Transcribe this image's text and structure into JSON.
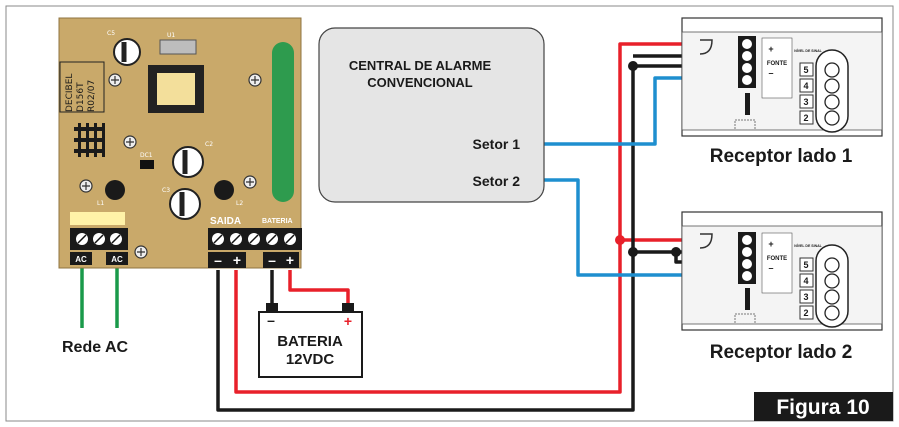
{
  "central": {
    "title_line1": "CENTRAL DE ALARME",
    "title_line2": "CONVENCIONAL",
    "sector1": "Setor 1",
    "sector2": "Setor 2"
  },
  "psu_board": {
    "brand_line1": "DECIBEL",
    "brand_line2": "D156T",
    "brand_line3": "R02/07",
    "ref_c5": "C5",
    "ref_u1": "U1",
    "ref_c2": "C2",
    "ref_c3": "C3",
    "ref_l1": "L1",
    "ref_l2": "L2",
    "ref_dc1": "DC1",
    "saida_label": "SAIDA",
    "bateria_label": "BATERIA",
    "ac_label_1": "AC",
    "ac_label_2": "AC",
    "minus_sign": "–",
    "plus_sign": "+"
  },
  "battery": {
    "line1": "BATERIA",
    "line2": "12VDC",
    "minus": "–",
    "plus": "+"
  },
  "mains": {
    "label": "Rede AC"
  },
  "receivers": [
    {
      "label": "Receptor lado 1",
      "fonte": "FONTE",
      "nivel": "NÍVEL DE SINAL",
      "plus": "+",
      "minus": "–",
      "levels": [
        "5",
        "4",
        "3",
        "2"
      ]
    },
    {
      "label": "Receptor lado 2",
      "fonte": "FONTE",
      "nivel": "NÍVEL DE SINAL",
      "plus": "+",
      "minus": "–",
      "levels": [
        "5",
        "4",
        "3",
        "2"
      ]
    }
  ],
  "figure_label": "Figura 10",
  "colors": {
    "positive_wire": "#e8202a",
    "negative_wire": "#1a1a1a",
    "signal_wire": "#1e8fcf",
    "ac_wire": "#1a9a4a",
    "board": "#c9a96a",
    "central_box": "#e5e5e5",
    "led_bar": "#2e9b4e"
  }
}
